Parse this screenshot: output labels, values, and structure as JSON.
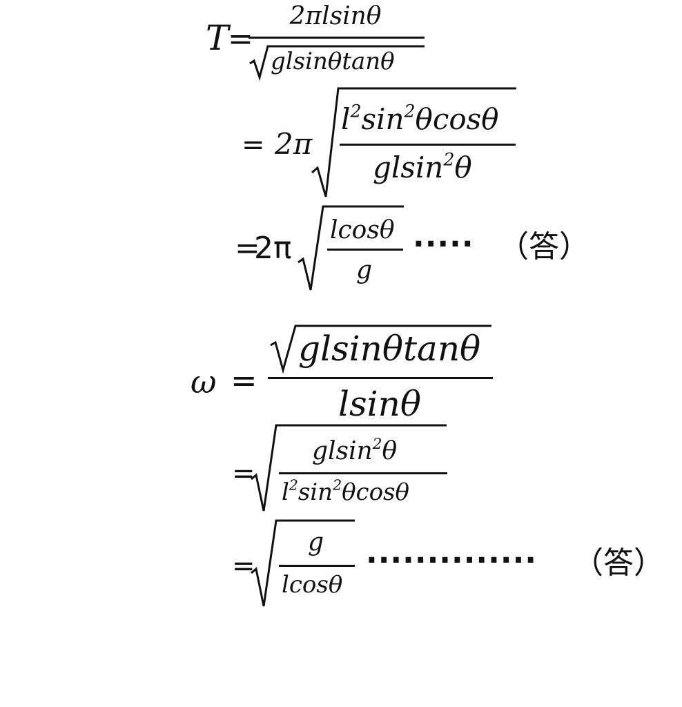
{
  "page": {
    "background": "#ffffff",
    "ink": "#111111"
  },
  "t_block": {
    "lhs": "T",
    "eq": "=",
    "line1": {
      "numerator": "2πlsinθ",
      "denominator": "glsinθtanθ"
    },
    "line2": {
      "eq": "=",
      "coeff": "2π",
      "num_l": "l",
      "num_sup1": "2",
      "num_mid": "sin",
      "num_sup2": "2",
      "num_end": "θcosθ",
      "den_start": "glsin",
      "den_sup": "2",
      "den_end": "θ"
    },
    "line3": {
      "eq": "=",
      "coeff": "2π",
      "numerator": "lcosθ",
      "denominator": "g",
      "dots": "·····",
      "answer": "（答）"
    }
  },
  "omega_block": {
    "lhs": "ω",
    "eq": "=",
    "line1": {
      "numerator": "glsinθtanθ",
      "denominator": "lsinθ"
    },
    "line2": {
      "eq": "=",
      "num_start": "glsin",
      "num_sup": "2",
      "num_end": "θ",
      "den_l": "l",
      "den_sup1": "2",
      "den_mid": "sin",
      "den_sup2": "2",
      "den_end": "θcosθ"
    },
    "line3": {
      "eq": "=",
      "numerator": "g",
      "denominator": "lcosθ",
      "dots": "··············",
      "answer": "（答）"
    }
  }
}
